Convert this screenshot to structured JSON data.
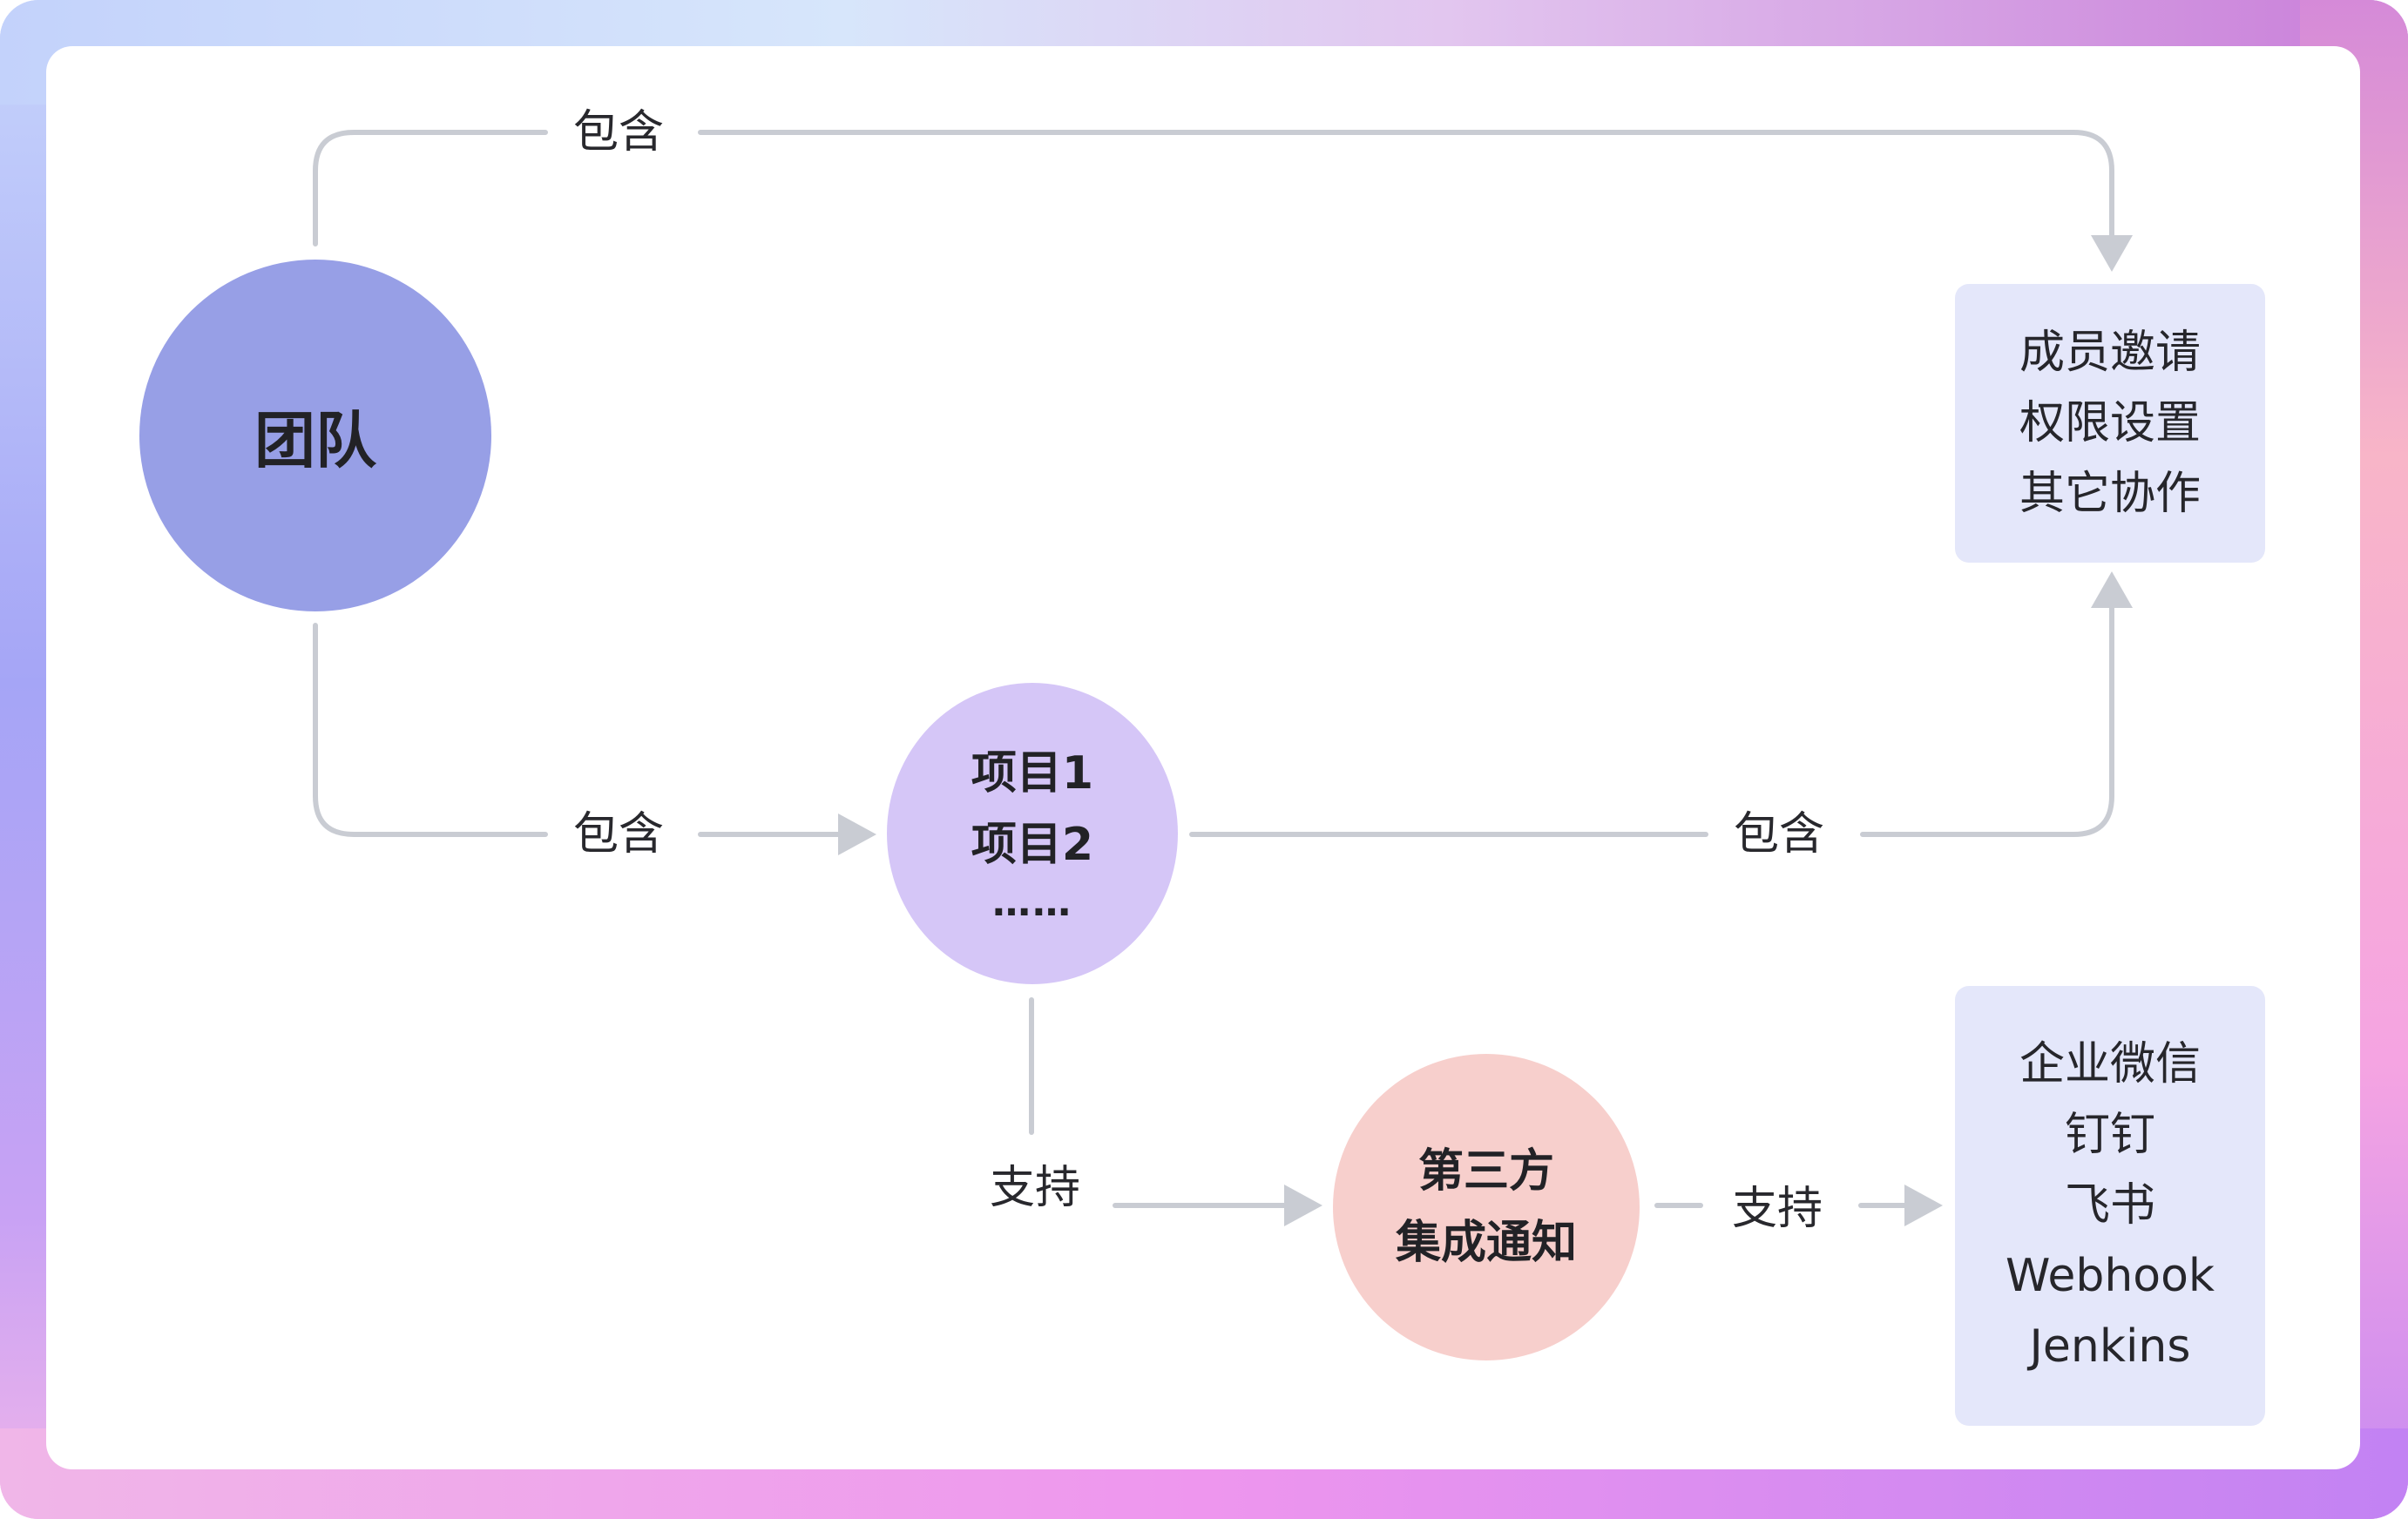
{
  "nodes": {
    "team": "团队",
    "projects": [
      "项目1",
      "项目2",
      "……"
    ],
    "integration": [
      "第三方",
      "集成通知"
    ]
  },
  "boxes": {
    "collaboration": [
      "成员邀请",
      "权限设置",
      "其它协作"
    ],
    "notify_targets": [
      "企业微信",
      "钉钉",
      "飞书",
      "Webhook",
      "Jenkins"
    ]
  },
  "edges": {
    "team_to_collab": "包含",
    "team_to_projects": "包含",
    "projects_to_collab": "包含",
    "projects_to_integration": "支持",
    "integration_to_targets": "支持"
  },
  "colors": {
    "team": "#979fe6",
    "projects": "#d5c6f7",
    "integration": "#f7cfcc",
    "box": "#e4e7fa",
    "connector": "#c9ccd3"
  }
}
